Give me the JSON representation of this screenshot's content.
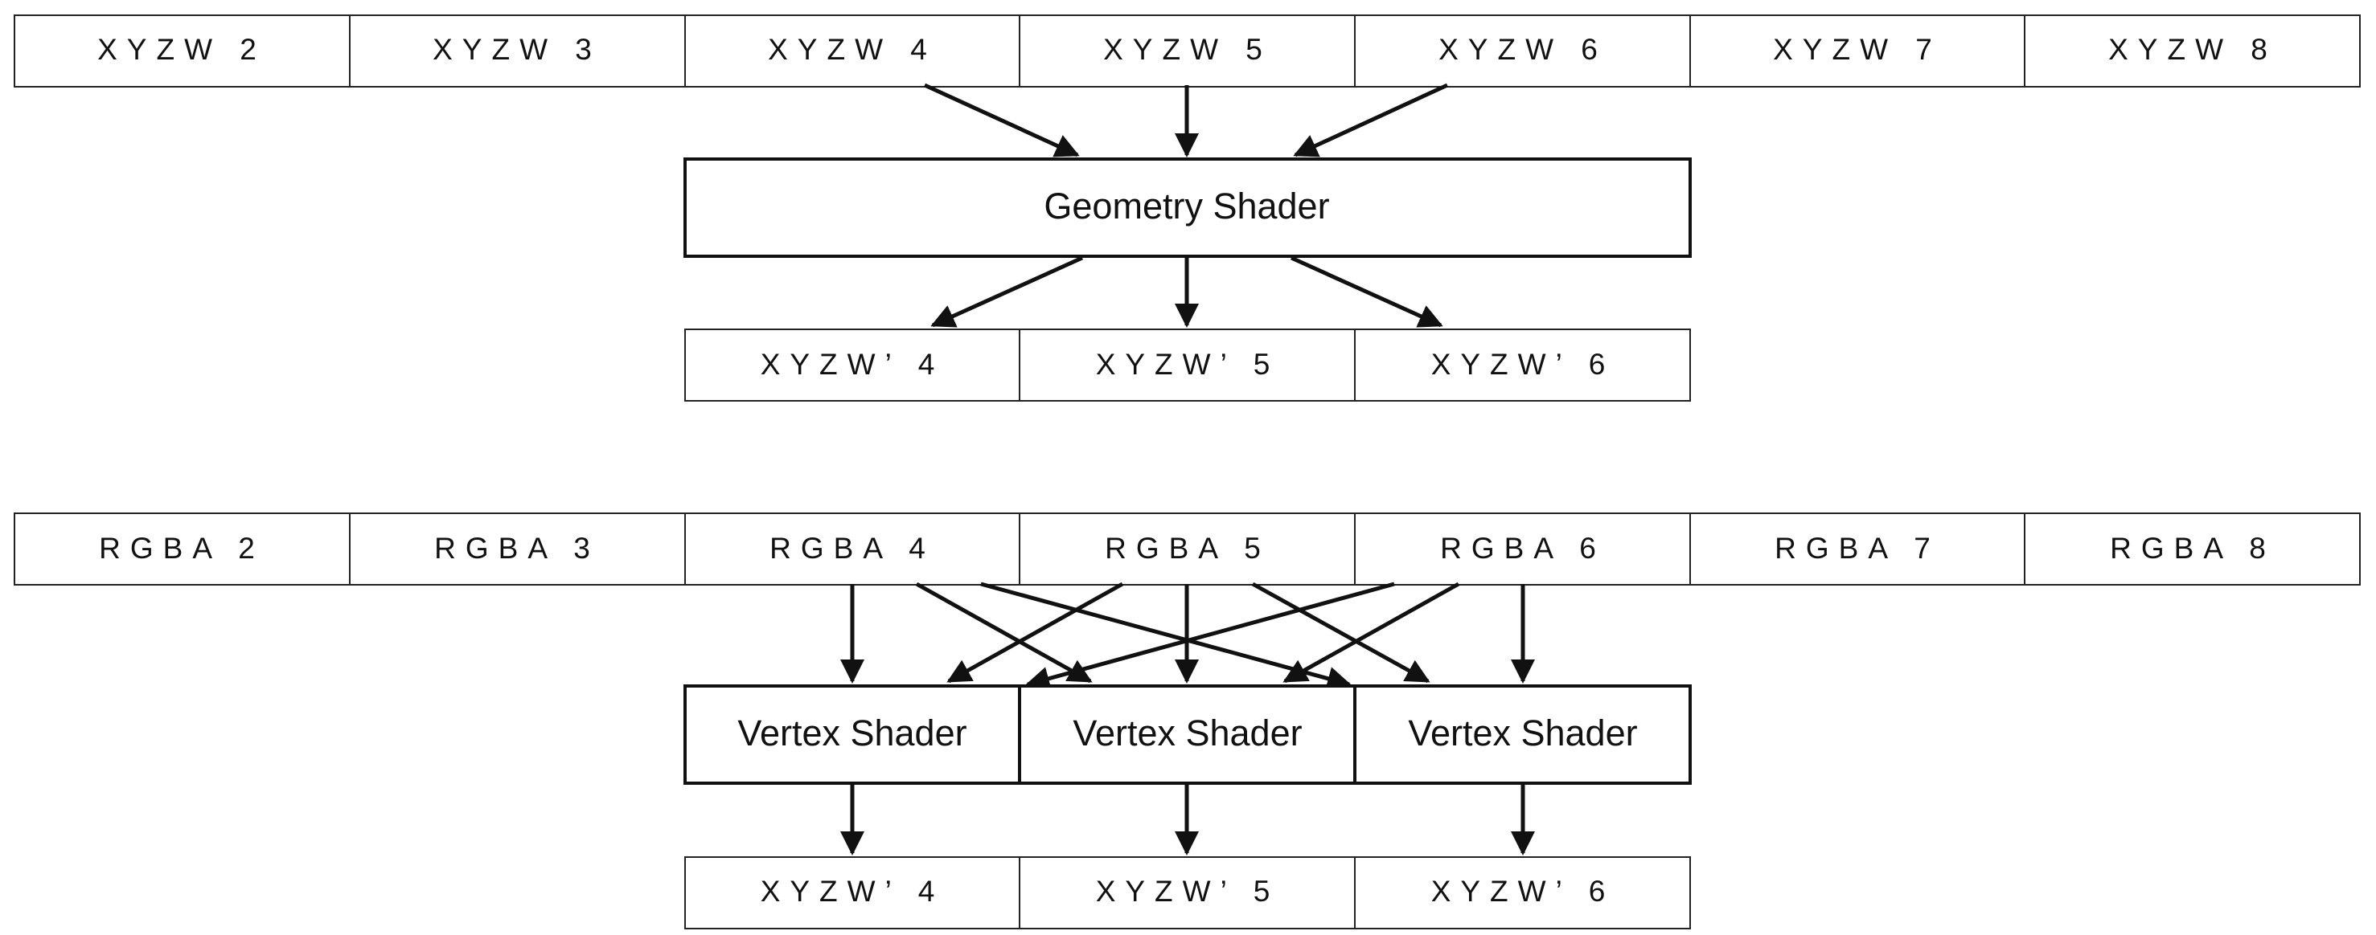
{
  "geometry_input_row": [
    "XYZW 2",
    "XYZW 3",
    "XYZW 4",
    "XYZW 5",
    "XYZW 6",
    "XYZW 7",
    "XYZW 8"
  ],
  "geometry_shader": "Geometry Shader",
  "geometry_output_row": [
    "XYZW’ 4",
    "XYZW’ 5",
    "XYZW’ 6"
  ],
  "vertex_input_row": [
    "RGBA 2",
    "RGBA 3",
    "RGBA 4",
    "RGBA 5",
    "RGBA 6",
    "RGBA 7",
    "RGBA 8"
  ],
  "vertex_shaders": [
    "Vertex Shader",
    "Vertex Shader",
    "Vertex Shader"
  ],
  "vertex_output_row": [
    "XYZW’ 4",
    "XYZW’ 5",
    "XYZW’ 6"
  ]
}
